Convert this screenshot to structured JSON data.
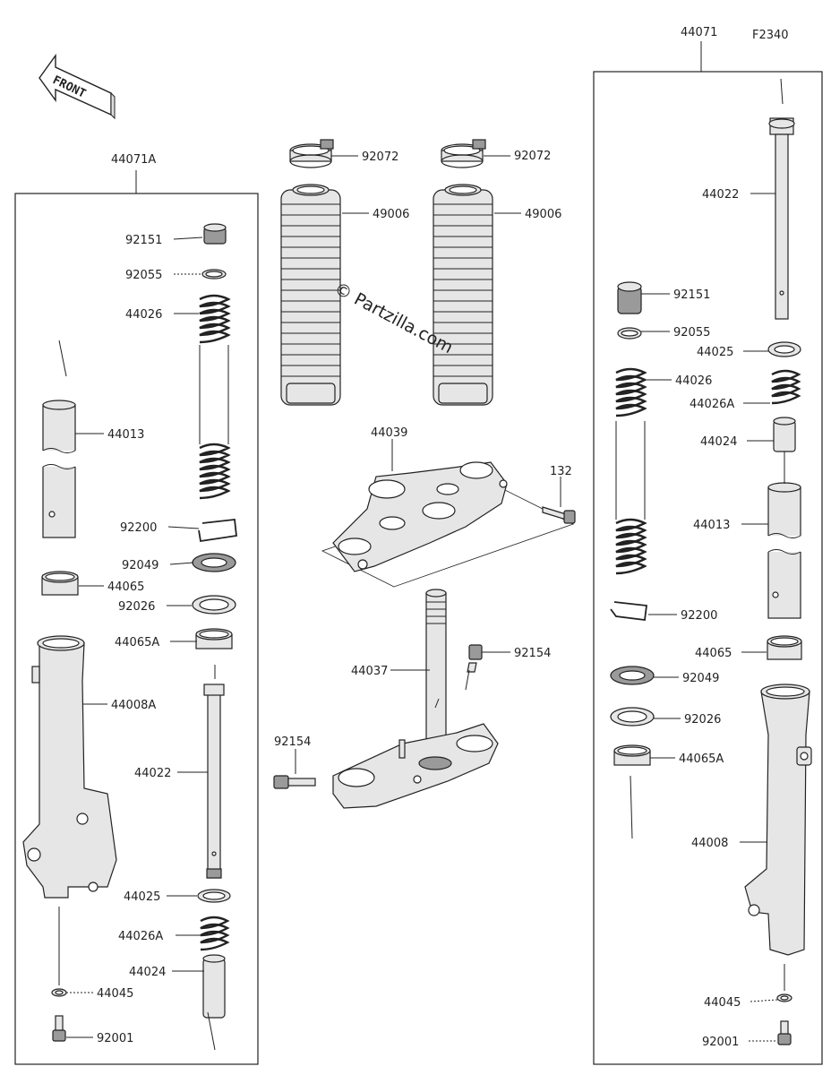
{
  "diagram": {
    "code": "F2340",
    "front_label": "FRONT",
    "watermark": "© Partzilla.com",
    "groups": {
      "left_assembly": "44071A",
      "right_assembly": "44071"
    },
    "callouts": [
      "92072",
      "92072",
      "49006",
      "49006",
      "44039",
      "132",
      "44037",
      "92154",
      "92154",
      "92151",
      "92055",
      "44026",
      "44013",
      "92200",
      "92049",
      "44065",
      "92026",
      "44065A",
      "44008A",
      "44022",
      "44025",
      "44026A",
      "44024",
      "44045",
      "92001",
      "44022",
      "92151",
      "92055",
      "44025",
      "44026",
      "44026A",
      "44024",
      "44013",
      "92200",
      "44065",
      "92049",
      "92026",
      "44065A",
      "44008",
      "44045",
      "92001"
    ]
  }
}
